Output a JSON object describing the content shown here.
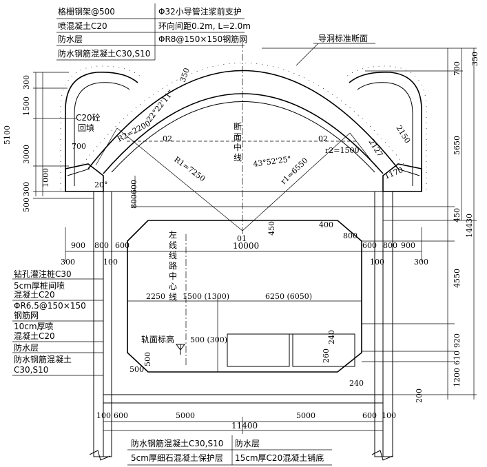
{
  "labels": {
    "top_left": [
      "格栅钢架@500",
      "喷混凝土C20",
      "防水层",
      "防水钢筋混凝土C30,S10"
    ],
    "top_mid": [
      "Φ32小导管注浆前支护",
      "环向间距0.2m, L=2.0m",
      "ΦR8@150×150钢筋网"
    ],
    "guide_tunnel": "导洞标准断面",
    "fill": [
      "C20砼",
      "回填"
    ],
    "section_center": [
      "断",
      "面",
      "中",
      "线"
    ],
    "line_center": [
      "左",
      "线",
      "线",
      "路",
      "中",
      "心",
      "线"
    ],
    "rail_level": "轨面标高",
    "left_table": [
      "钻孔灌注桩C30",
      "5cm厚桩间喷",
      "混凝土C20",
      "ΦR6.5@150×150",
      "钢筋网",
      "10cm厚喷",
      "混凝土C20",
      "防水层",
      "防水钢筋混凝土",
      "C30,S10"
    ],
    "bottom_table": [
      "防水钢筋混凝土C30,S10",
      "防水层",
      "5cm厚细石混凝土保护层",
      "15cm厚C20混凝土铺底"
    ]
  },
  "dims": {
    "angle1": "22°22'11\"",
    "angle2": "43°52'25\"",
    "angle3": "20°",
    "r2_left": "R2=2200",
    "r1_left": "R1=7250",
    "r1_right": "r1=6550",
    "r2_right": "r2=1500",
    "o2_left": "02",
    "o2_right": "02",
    "o1": "01",
    "d350_top": "350",
    "d350_r": "350",
    "d700_r": "700",
    "d5650": "5650",
    "d2150": "2150",
    "d2127": "2127",
    "d1170": "1170",
    "d450_r": "450",
    "d14430": "14430",
    "d300_l": "300",
    "d1500_l": "1500",
    "d5100": "5100",
    "d3000": "3000",
    "d700_l": "700",
    "d1000": "1000",
    "d300_l2": "300",
    "d500_l": "500",
    "d600_l": "600",
    "d800_l": "800",
    "d450_c": "450",
    "d10000": "10000",
    "d400": "400",
    "d800_r": "800",
    "d900_l": "900",
    "d800_l2": "800",
    "d600_l2": "600",
    "d600_r2": "600",
    "d800_r2": "800",
    "d900_r": "900",
    "d300_bl": "300",
    "d100_bl": "100",
    "d100_br": "100",
    "d300_br": "300",
    "d4550": "4550",
    "d2250": "2250",
    "d1500": "1500 (1300)",
    "d6250": "6250 (6050)",
    "d500_300": "500 (300)",
    "d240_a": "240",
    "d920": "920",
    "d260": "260",
    "d610": "610",
    "d1200": "1200",
    "d240_b": "240",
    "d500_b": "500",
    "d500_c": "500",
    "d200": "200",
    "d100_l3": "100",
    "d600_l3": "600",
    "d5000_l": "5000",
    "d5000_r": "5000",
    "d600_r3": "600",
    "d100_r3": "100",
    "d11400": "11400"
  }
}
